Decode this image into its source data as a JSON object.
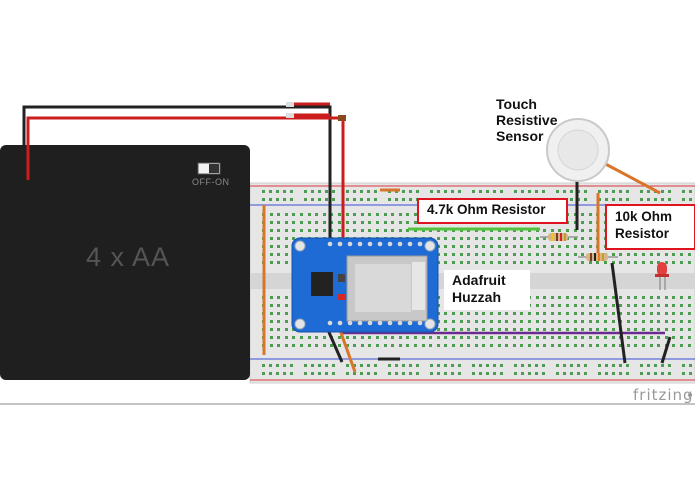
{
  "diagram": {
    "battery": {
      "label": "4 x AA",
      "switch_label": "OFF-ON"
    },
    "sensor_label": [
      "Touch",
      "Resistive",
      "Sensor"
    ],
    "resistor_4k7_label": "4.7k Ohm Resistor",
    "resistor_10k_label": [
      "10k Ohm",
      "Resistor"
    ],
    "board_label": [
      "Adafruit",
      "Huzzah"
    ],
    "brand": "fritzing",
    "colors": {
      "breadboard": "#e6e6e6",
      "rail_red": "#d9363e",
      "rail_blue": "#3b4fd6",
      "hole": "#4c9d4f",
      "battery": "#1f1f1f",
      "board": "#1e6bd6",
      "wire_red": "#cc1c1c",
      "wire_black": "#222222",
      "wire_orange": "#d9752b",
      "wire_green": "#54c23f",
      "wire_purple": "#6a2c8e",
      "label_border": "#e0141e"
    },
    "icons": [
      "battery-pack",
      "power-switch",
      "breadboard",
      "esp8266-board",
      "touch-sensor",
      "resistor",
      "led"
    ]
  }
}
